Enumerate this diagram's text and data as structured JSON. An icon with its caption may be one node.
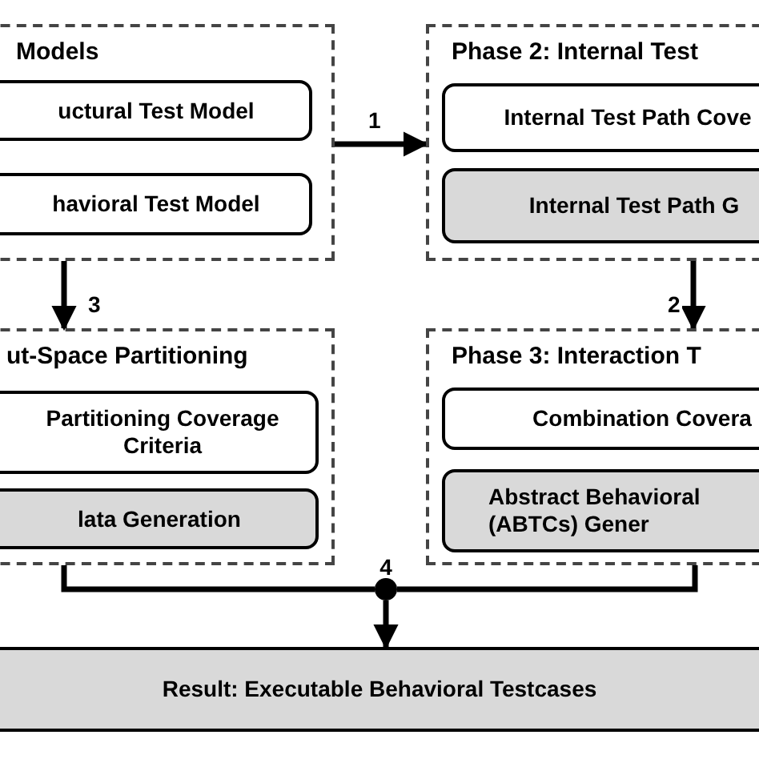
{
  "diagram": {
    "nodes": [
      {
        "text": [
          "Models"
        ]
      },
      {
        "text": [
          "uctural Test Model"
        ],
        "in": 0
      },
      {
        "text": [
          "havioral Test Model"
        ],
        "in": 0
      },
      {
        "text": [
          "Phase 2: Internal Test"
        ]
      },
      {
        "text": [
          "Internal Test Path Cove"
        ],
        "in": 3
      },
      {
        "text": [
          "Internal Test Path G"
        ],
        "in": 3
      },
      {
        "text": [
          "ut-Space Partitioning"
        ]
      },
      {
        "text": [
          "Partitioning Coverage Criteria"
        ],
        "in": 6
      },
      {
        "text": [
          "lata Generation"
        ],
        "in": 6
      },
      {
        "text": [
          "Phase 3: Interaction T"
        ]
      },
      {
        "text": [
          "Combination Covera"
        ],
        "in": 9
      },
      {
        "text": [
          "Abstract Behavioral (ABTCs) Gener"
        ],
        "in": 9
      },
      {
        "text": [],
        "shape": "circle",
        "beside": [
          "4"
        ]
      },
      {
        "text": [
          "Result: Executable Behavioral Testcases"
        ]
      }
    ],
    "edges": [
      {
        "from": 0,
        "to": 3,
        "arrow": "to",
        "label": "1"
      },
      {
        "from": 3,
        "to": 9,
        "arrow": "to",
        "label": "2"
      },
      {
        "from": 0,
        "to": 6,
        "arrow": "to",
        "label": "3"
      },
      {
        "from": 6,
        "to": 12,
        "arrow": "none"
      },
      {
        "from": 9,
        "to": 12,
        "arrow": "none"
      },
      {
        "from": 12,
        "to": 13,
        "arrow": "to"
      }
    ]
  }
}
